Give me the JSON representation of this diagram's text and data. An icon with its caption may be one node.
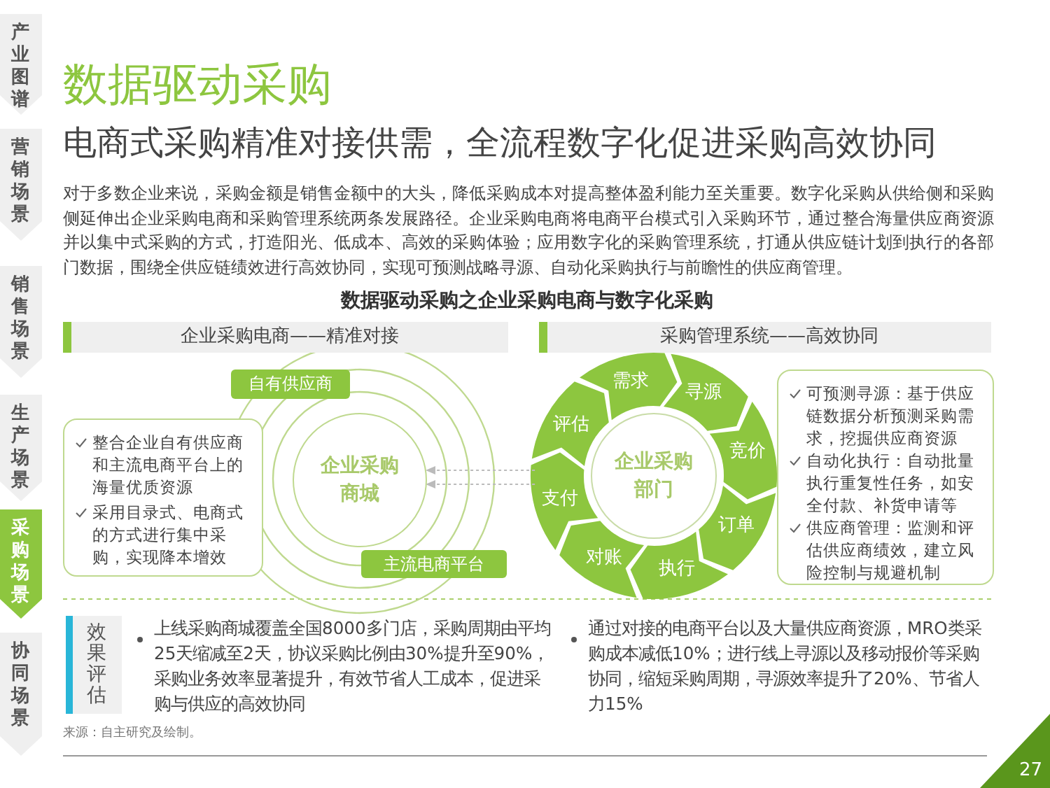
{
  "diagram": {
    "title": "数据驱动采购",
    "nodes": [
      {
        "text": [
          "产业图谱"
        ]
      },
      {
        "text": [
          "营销场景"
        ]
      },
      {
        "text": [
          "销售场景"
        ]
      },
      {
        "text": [
          "生产场景"
        ]
      },
      {
        "text": [
          "采购场景"
        ]
      },
      {
        "text": [
          "协同场景"
        ]
      },
      {
        "text": [
          "企业采购电商——精准对接"
        ]
      },
      {
        "text": [
          "采购管理系统——高效协同"
        ]
      },
      {
        "text": [
          "自有供应商"
        ]
      },
      {
        "text": [
          "整合企业自有供应商和主流电商平台上的海量优质资源",
          "采用目录式、电商式的方式进行集中采购，实现降本增效"
        ]
      },
      {
        "text": [
          "企业采购商城"
        ]
      },
      {
        "text": [
          "主流电商平台"
        ]
      },
      {
        "text": [
          "企业采购部门"
        ]
      },
      {
        "text": [
          "需求"
        ]
      },
      {
        "text": [
          "寻源"
        ]
      },
      {
        "text": [
          "竞价"
        ]
      },
      {
        "text": [
          "订单"
        ]
      },
      {
        "text": [
          "执行"
        ]
      },
      {
        "text": [
          "对账"
        ]
      },
      {
        "text": [
          "支付"
        ]
      },
      {
        "text": [
          "评估"
        ]
      },
      {
        "text": [
          "可预测寻源：基于供应链数据分析预测采购需求，挖掘供应商资源",
          "自动化执行：自动批量执行重复性任务，如安全付款、补货申请等",
          "供应商管理：监测和评估供应商绩效，建立风险控制与规避机制"
        ]
      },
      {
        "text": [
          "效果评估"
        ]
      }
    ],
    "edges": [
      {
        "from": 19,
        "to": 10,
        "arrow": "to",
        "style": "dashed"
      },
      {
        "from": 19,
        "to": 10,
        "arrow": "to",
        "style": "dashed"
      }
    ],
    "labels": [
      "电商式采购精准对接供需，全流程数字化促进采购高效协同",
      "对于多数企业来说，采购金额是销售金额中的大头，降低采购成本对提高整体盈利能力至关重要。数字化采购从供给侧和采购侧延伸出企业采购电商和采购管理系统两条发展路径。企业采购电商将电商平台模式引入采购环节，通过整合海量供应商资源并以集中式采购的方式，打造阳光、低成本、高效的采购体验；应用数字化的采购管理系统，打通从供应链计划到执行的各部门数据，围绕全供应链绩效进行高效协同，实现可预测战略寻源、自动化采购执行与前瞻性的供应商管理。",
      "数据驱动采购之企业采购电商与数字化采购",
      "上线采购商城覆盖全国8000多门店，采购周期由平均25天缩减至2天，协议采购比例由30%提升至90%，采购业务效率显著提升，有效节省人工成本，促进采购与供应的高效协同",
      "通过对接的电商平台以及大量供应商资源，MRO类采购成本减低10%；进行线上寻源以及移动报价等采购协同，缩短采购周期，寻源效率提升了20%、节省人力15%",
      "来源：自主研究及绘制。",
      "27"
    ]
  }
}
